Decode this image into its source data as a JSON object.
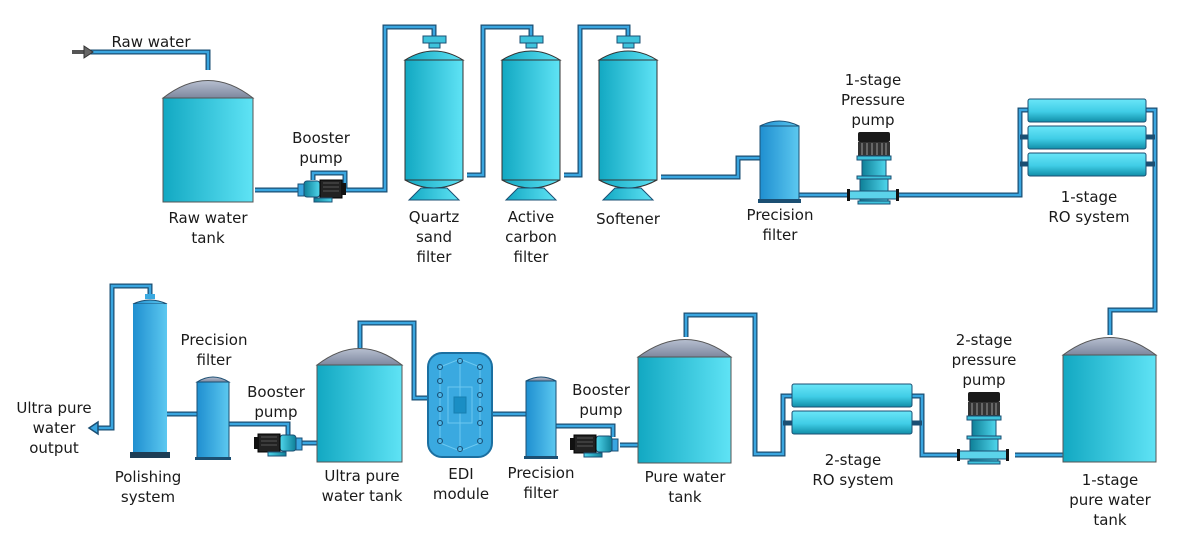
{
  "title": "Ultra pure water treatment process flow",
  "colors": {
    "tank_light": "#5fe3f5",
    "tank_dark": "#12a8c2",
    "dome": "#9aa3b8",
    "pipe_outer": "#1b4f73",
    "pipe_inner": "#3aa6e0",
    "filter_blue": "#3eaee6",
    "edi_blue": "#3aa9e0",
    "pump_black": "#1a1a1a"
  },
  "labels": {
    "raw_water": [
      "Raw water"
    ],
    "raw_water_tank": [
      "Raw water",
      "tank"
    ],
    "booster_pump_1": [
      "Booster",
      "pump"
    ],
    "quartz_sand_filter": [
      "Quartz",
      "sand",
      "filter"
    ],
    "active_carbon_filter": [
      "Active",
      "carbon",
      "filter"
    ],
    "softener": [
      "Softener"
    ],
    "precision_filter_1": [
      "Precision",
      "filter"
    ],
    "stage1_pressure_pump": [
      "1-stage",
      "Pressure",
      "pump"
    ],
    "stage1_ro_system": [
      "1-stage",
      "RO system"
    ],
    "stage1_pure_water_tank": [
      "1-stage",
      "pure water",
      "tank"
    ],
    "stage2_pressure_pump": [
      "2-stage",
      "pressure",
      "pump"
    ],
    "stage2_ro_system": [
      "2-stage",
      "RO system"
    ],
    "pure_water_tank": [
      "Pure water",
      "tank"
    ],
    "booster_pump_2": [
      "Booster",
      "pump"
    ],
    "precision_filter_2": [
      "Precision",
      "filter"
    ],
    "edi_module": [
      "EDI",
      "module"
    ],
    "ultra_pure_water_tank": [
      "Ultra pure",
      "water tank"
    ],
    "booster_pump_3": [
      "Booster",
      "pump"
    ],
    "precision_filter_3": [
      "Precision",
      "filter"
    ],
    "polishing_system": [
      "Polishing",
      "system"
    ],
    "ultra_pure_water_output": [
      "Ultra pure",
      "water",
      "output"
    ]
  },
  "icons": {
    "inlet_arrow": "arrow-right-icon",
    "outlet_arrow": "arrow-left-icon"
  }
}
